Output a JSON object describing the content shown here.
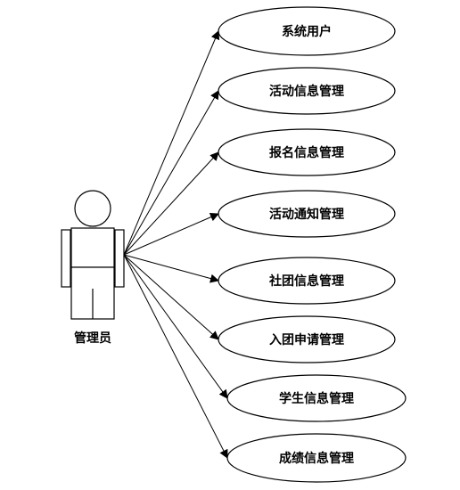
{
  "actor": {
    "label": "管理员"
  },
  "use_cases": [
    {
      "label": "系统用户"
    },
    {
      "label": "活动信息管理"
    },
    {
      "label": "报名信息管理"
    },
    {
      "label": "活动通知管理"
    },
    {
      "label": "社团信息管理"
    },
    {
      "label": "入团申请管理"
    },
    {
      "label": "学生信息管理"
    },
    {
      "label": "成绩信息管理"
    }
  ],
  "colors": {
    "stroke": "#000000",
    "fill": "#ffffff"
  }
}
